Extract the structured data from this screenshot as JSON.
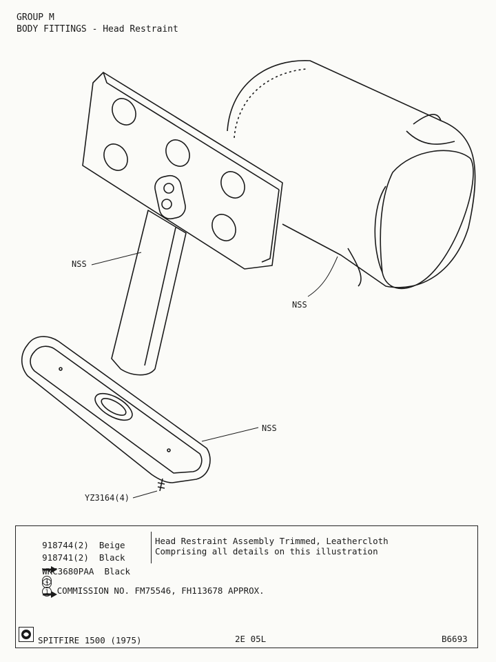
{
  "header": {
    "group": "GROUP M",
    "section": "BODY FITTINGS - Head Restraint"
  },
  "callouts": {
    "nss_stem": "NSS",
    "nss_cushion": "NSS",
    "nss_base": "NSS",
    "screw": "YZ3164(4)"
  },
  "parts": [
    {
      "number": "918744(2)",
      "colour": "Beige"
    },
    {
      "number": "918741(2)",
      "colour": "Black",
      "note_ref": "1"
    },
    {
      "number": "WKC3680PAA",
      "colour": "Black",
      "note_ref": "1"
    }
  ],
  "description": {
    "line1": "Head Restraint Assembly Trimmed, Leathercloth",
    "line2": "Comprising all details on this illustration"
  },
  "note": {
    "ref": "1",
    "text": "COMMISSION NO. FM75546, FH113678 APPROX."
  },
  "footer": {
    "model": "SPITFIRE 1500 (1975)",
    "page": "2E 05L",
    "ref": "B6693"
  }
}
